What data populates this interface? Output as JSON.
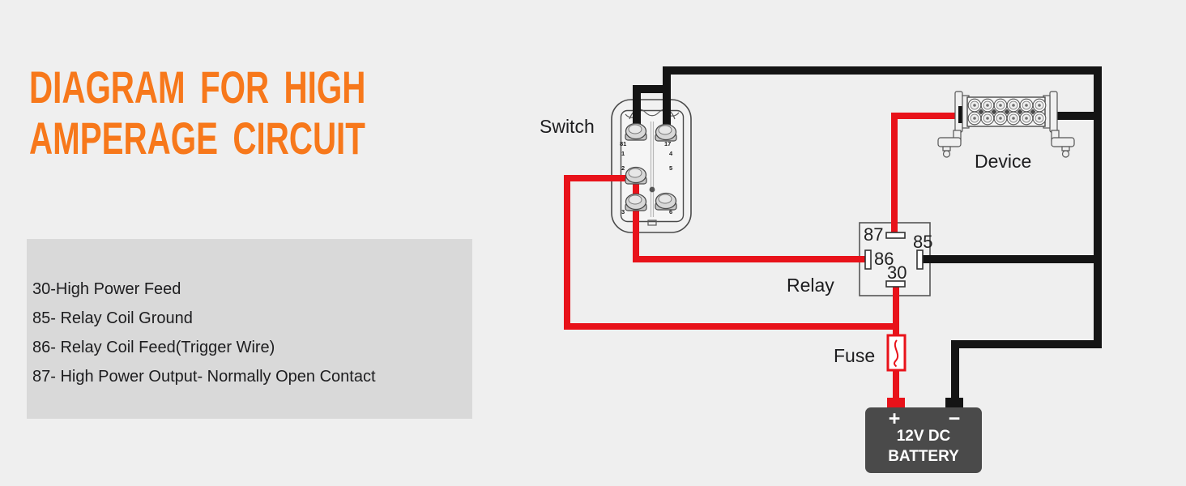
{
  "title": {
    "line1": "DIAGRAM FOR HIGH",
    "line2": "AMPERAGE CIRCUIT"
  },
  "legend": {
    "items": [
      "30-High Power Feed",
      "85- Relay Coil Ground",
      "86- Relay Coil Feed(Trigger Wire)",
      "87- High Power Output- Normally Open Contact"
    ]
  },
  "switch": {
    "label": "Switch",
    "pins": {
      "t81": "81",
      "t1": "1",
      "t17": "17",
      "t4": "4",
      "t2": "2",
      "t5": "5",
      "t3": "3",
      "t6": "6"
    }
  },
  "device": {
    "label": "Device"
  },
  "relay": {
    "label": "Relay",
    "pins": {
      "p87": "87",
      "p85": "85",
      "p86": "86",
      "p30": "30"
    }
  },
  "fuse": {
    "label": "Fuse"
  },
  "battery": {
    "plus": "+",
    "minus": "−",
    "line1": "12V DC",
    "line2": "BATTERY"
  },
  "colors": {
    "background": "#EFEFEF",
    "legend_bg": "#D9D9D9",
    "title_orange": "#F7781B",
    "wire_red": "#E8121A",
    "wire_black": "#141414",
    "battery_body": "#4A4A4A",
    "text_dark": "#1D1D1F"
  }
}
